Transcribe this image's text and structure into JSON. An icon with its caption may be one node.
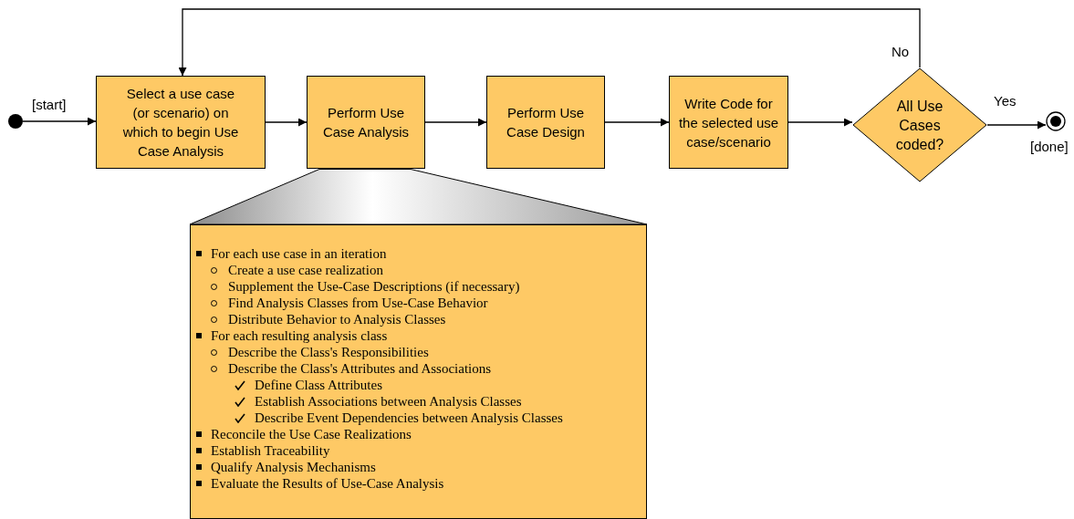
{
  "diagram": {
    "nodes": [
      {
        "text": [],
        "shape": "circle"
      },
      {
        "text": [
          "Select a use case (or scenario) on which to begin Use Case Analysis"
        ]
      },
      {
        "text": [
          "Perform Use Case Analysis"
        ]
      },
      {
        "text": [
          "Perform Use Case Design"
        ]
      },
      {
        "text": [
          "Write Code for the selected use case/scenario"
        ]
      },
      {
        "text": [
          "All Use Cases coded?"
        ]
      },
      {
        "text": [],
        "shape": "circle",
        "beside": [
          "[done]"
        ]
      },
      {
        "text": [],
        "shape": "trapezoid"
      },
      {
        "text": [
          "For each use case in an iteration",
          "Create a use case realization",
          "Supplement the Use-Case Descriptions (if necessary)",
          "Find Analysis Classes from Use-Case Behavior",
          "Distribute Behavior to Analysis Classes",
          "For each resulting analysis class",
          "Describe the Class's Responsibilities",
          "Describe the Class's Attributes and Associations",
          "Define Class Attributes",
          "Establish Associations between Analysis Classes",
          "Describe Event Dependencies between Analysis Classes",
          "Reconcile the Use Case Realizations",
          "Establish Traceability",
          "Qualify Analysis Mechanisms",
          "Evaluate the Results of Use-Case Analysis"
        ]
      }
    ],
    "edges": [
      {
        "from": 0,
        "to": 1,
        "arrow": "to",
        "label": "[start]"
      },
      {
        "from": 1,
        "to": 2,
        "arrow": "to"
      },
      {
        "from": 2,
        "to": 3,
        "arrow": "to"
      },
      {
        "from": 3,
        "to": 4,
        "arrow": "to"
      },
      {
        "from": 4,
        "to": 5,
        "arrow": "to"
      },
      {
        "from": 5,
        "to": 6,
        "arrow": "to",
        "label": "Yes"
      },
      {
        "from": 5,
        "to": 1,
        "arrow": "to",
        "label": "No"
      }
    ]
  }
}
